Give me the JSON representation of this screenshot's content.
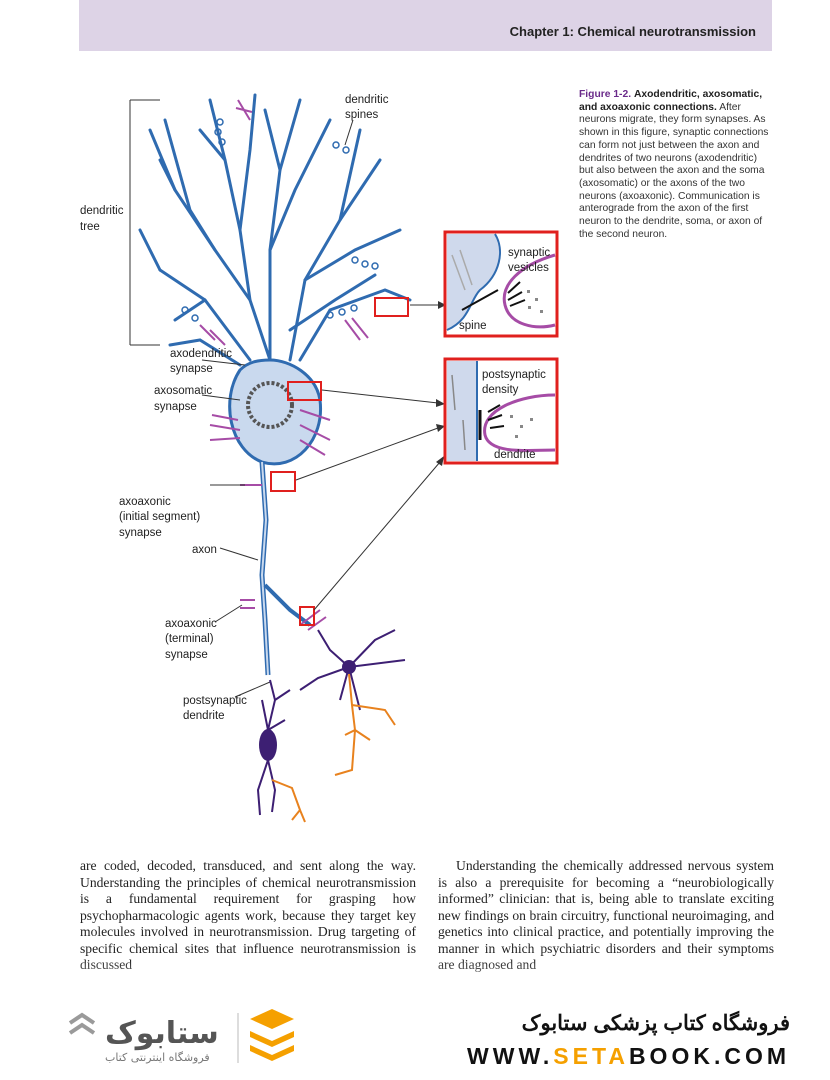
{
  "header": {
    "chapter": "Chapter 1: Chemical neurotransmission"
  },
  "figure": {
    "labels": {
      "dendritic_spines_1": "dendritic",
      "dendritic_spines_2": "spines",
      "dendritic_tree_1": "dendritic",
      "dendritic_tree_2": "tree",
      "axodendritic_1": "axodendritic",
      "axodendritic_2": "synapse",
      "axosomatic_1": "axosomatic",
      "axosomatic_2": "synapse",
      "axoaxonic_initial_1": "axoaxonic",
      "axoaxonic_initial_2": "(initial segment)",
      "axoaxonic_initial_3": "synapse",
      "axon": "axon",
      "axoaxonic_terminal_1": "axoaxonic",
      "axoaxonic_terminal_2": "(terminal)",
      "axoaxonic_terminal_3": "synapse",
      "postsynaptic_dendrite_1": "postsynaptic",
      "postsynaptic_dendrite_2": "dendrite",
      "inset1_vesicles_1": "synaptic",
      "inset1_vesicles_2": "vesicles",
      "inset1_spine": "spine",
      "inset2_density_1": "postsynaptic",
      "inset2_density_2": "density",
      "inset2_dendrite": "dendrite"
    },
    "caption": {
      "number": "Figure 1-2.",
      "title": "Axodendritic, axosomatic, and axoaxonic connections.",
      "text": "After neurons migrate, they form synapses. As shown in this figure, synaptic connections can form not just between the axon and dendrites of two neurons (axodendritic) but also between the axon and the soma (axosomatic) or the axons of the two neurons (axoaxonic). Communication is anterograde from the axon of the first neuron to the dendrite, soma, or axon of the second neuron."
    }
  },
  "body": {
    "left": "are coded, decoded, transduced, and sent along the way. Understanding the principles of chemical neurotransmission is a fundamental requirement for grasping how psychopharmacologic agents work, because they target key molecules involved in neurotransmission. Drug targeting of specific chemical sites that influence neurotransmission is discussed",
    "right": "Understanding the chemically addressed nervous system is also a prerequisite for becoming a “neurobiologically informed” clinician: that is, being able to translate exciting new findings on brain circuitry, functional neuroimaging, and genetics into clinical practice, and potentially improving the manner in which psychiatric disorders and their symptoms are diagnosed and"
  },
  "footer": {
    "shop_title": "فروشگاه کتاب پزشکی ستابوک",
    "url_pre": "WWW.",
    "url_hl": "SETA",
    "url_post": "BOOK.COM",
    "logo_text": "ستابوک",
    "logo_sub": "فروشگاه اینترنتی کتاب"
  },
  "colors": {
    "neuron_blue": "#2f6bb0",
    "synapse_purple": "#a64ca6",
    "inset_red": "#e0201e",
    "dark_neuron": "#3d1f73",
    "orange": "#e8821e"
  }
}
